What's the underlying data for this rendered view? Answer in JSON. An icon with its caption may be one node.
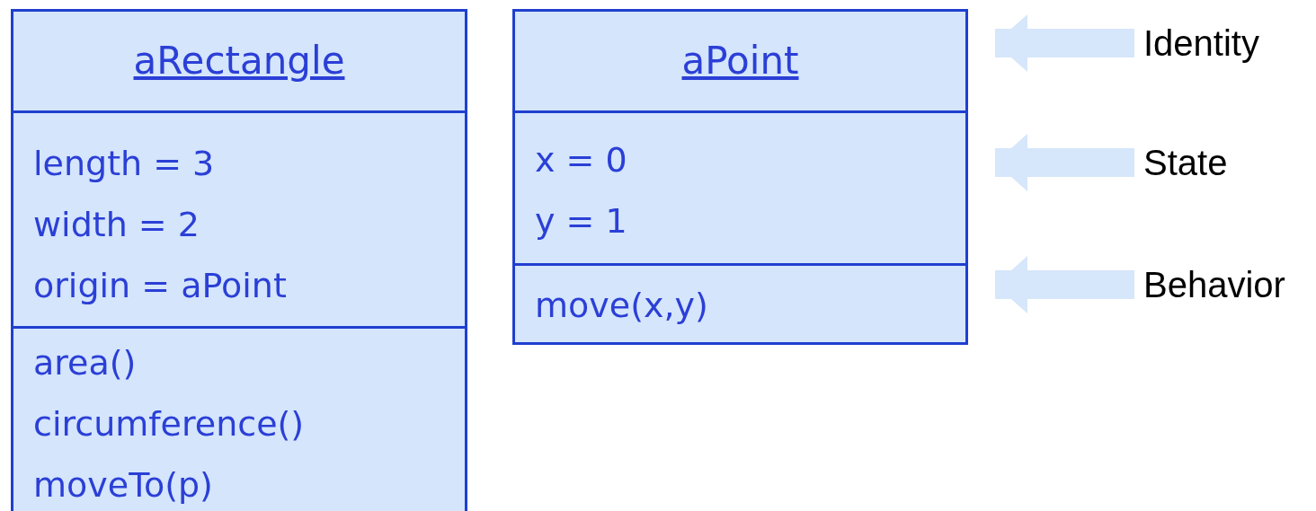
{
  "diagram": {
    "nodes": [
      {
        "text": [
          "aRectangle"
        ]
      },
      {
        "text": [
          "length = 3",
          "width = 2",
          "origin = aPoint"
        ]
      },
      {
        "text": [
          "area()",
          "circumference()",
          "moveTo(p)"
        ]
      },
      {
        "text": [
          "aPoint"
        ]
      },
      {
        "text": [
          "x = 0",
          "y = 1"
        ]
      },
      {
        "text": [
          "move(x,y)"
        ]
      },
      {
        "text": [
          "Identity"
        ]
      },
      {
        "text": [
          "State"
        ]
      },
      {
        "text": [
          "Behavior"
        ]
      }
    ],
    "edges": [
      {
        "from": 6,
        "to": 3,
        "arrow": "to"
      },
      {
        "from": 7,
        "to": 4,
        "arrow": "to"
      },
      {
        "from": 8,
        "to": 5,
        "arrow": "to"
      }
    ]
  }
}
